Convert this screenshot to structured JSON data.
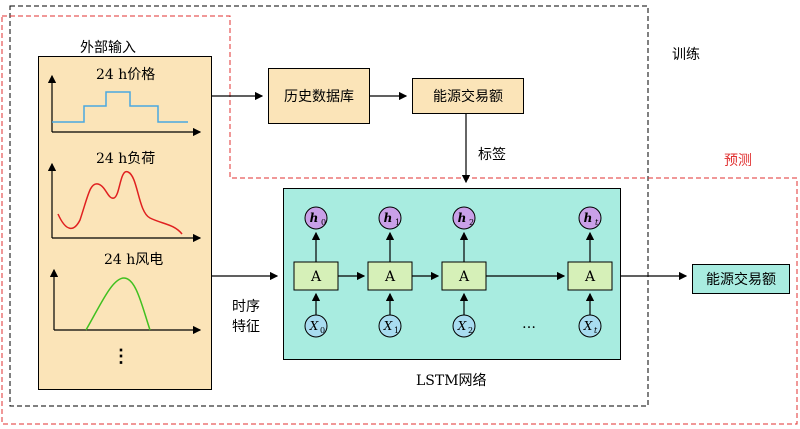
{
  "labels": {
    "external_input": "外部输入",
    "price": "24 h价格",
    "load": "24 h负荷",
    "wind": "24 h风电",
    "history_db": "历史数据库",
    "energy_volume": "能源交易额",
    "tag": "标签",
    "train": "训练",
    "predict": "预测",
    "temporal_features": [
      "时序",
      "特征"
    ],
    "lstm_network": "LSTM网络",
    "energy_volume_out": "能源交易额",
    "ellipsis": "…",
    "vdots": "⋮"
  },
  "lstm": {
    "cell_label": "A",
    "hidden": [
      {
        "base": "h",
        "sub": "0"
      },
      {
        "base": "h",
        "sub": "1"
      },
      {
        "base": "h",
        "sub": "2"
      },
      {
        "base": "h",
        "sub": "t"
      }
    ],
    "inputs": [
      {
        "base": "X",
        "sub": "0"
      },
      {
        "base": "X",
        "sub": "1"
      },
      {
        "base": "X",
        "sub": "2"
      },
      {
        "base": "X",
        "sub": "t"
      }
    ]
  },
  "colors": {
    "input_panel": "#fbe4b8",
    "db_box": "#fbe4b8",
    "lstm_bg": "#a8ece0",
    "cell": "#d6f0b8",
    "hidden_node": "#c9a0e8",
    "input_node": "#a8dcf0",
    "output_box": "#a8ece0",
    "price_line": "#4aa8e0",
    "load_line": "#e02020",
    "wind_line": "#40c020",
    "train_border": "#000000",
    "predict_border": "#e03030"
  }
}
